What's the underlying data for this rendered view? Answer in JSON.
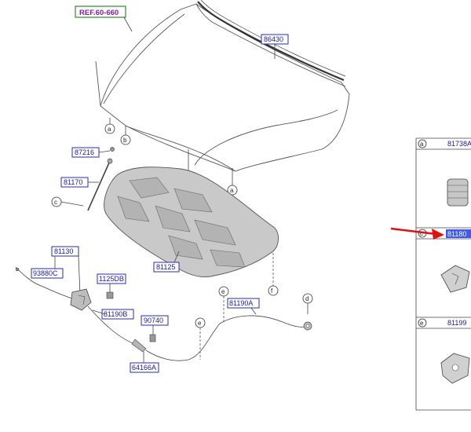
{
  "ref_label": "REF.60-660",
  "parts": {
    "p86430": "86430",
    "p87216": "87216",
    "p81170": "81170",
    "p81125": "81125",
    "p81130": "81130",
    "p93880C": "93880C",
    "p1125DB": "1125DB",
    "p81190B": "81190B",
    "p90740": "90740",
    "p64166A": "64166A",
    "p81190A": "81190A"
  },
  "callouts": {
    "a": "a",
    "b": "b",
    "c": "c",
    "d": "d",
    "e": "e",
    "f": "f"
  },
  "side_panel": {
    "row_a": {
      "letter": "a",
      "part": "81738A"
    },
    "row_c": {
      "letter": "c",
      "part": "81180"
    },
    "row_e": {
      "letter": "e",
      "part": "81199"
    }
  },
  "colors": {
    "label_text": "#1a1aa8",
    "label_border": "#2a2acc",
    "ref_border": "#2e8b2e",
    "ref_text": "#8a1ab0",
    "arrow": "#e01010",
    "highlight": "#3d5bf0"
  }
}
